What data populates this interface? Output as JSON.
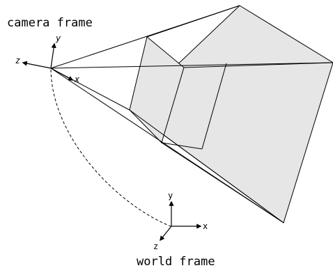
{
  "camera_frame": {
    "title": "camera frame",
    "axes": {
      "x": "x",
      "y": "y",
      "z": "z"
    }
  },
  "world_frame": {
    "title": "world frame",
    "axes": {
      "x": "x",
      "y": "y",
      "z": "z"
    }
  },
  "colors": {
    "stroke": "#000000",
    "plane_fill": "#e6e6e6",
    "background": "#ffffff"
  }
}
